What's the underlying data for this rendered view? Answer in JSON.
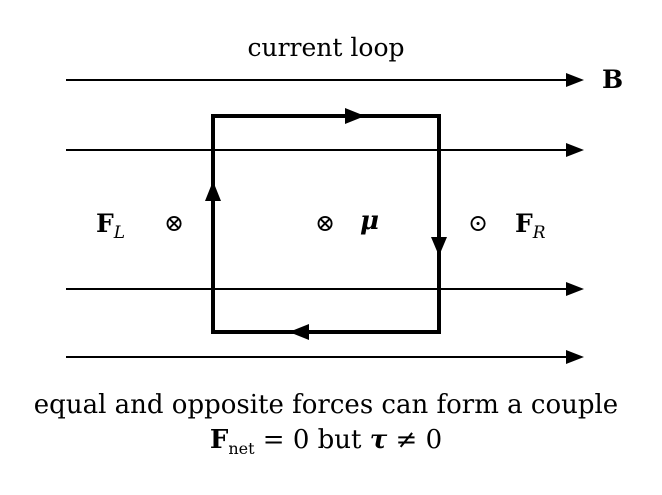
{
  "diagram": {
    "title": "current loop",
    "field_label": "B",
    "left_force": {
      "symbol": "F",
      "subscript": "L",
      "direction_symbol": "⊗"
    },
    "right_force": {
      "symbol": "F",
      "subscript": "R",
      "direction_symbol": "⊙"
    },
    "moment": {
      "symbol": "μ",
      "direction_symbol": "⊗"
    },
    "caption_line1": "equal and opposite forces can form a couple",
    "caption_line2": {
      "force_symbol": "F",
      "force_subscript": "net",
      "equals_zero": " = 0 but ",
      "torque_symbol": "τ",
      "not_equal_zero": " ≠ 0"
    }
  }
}
